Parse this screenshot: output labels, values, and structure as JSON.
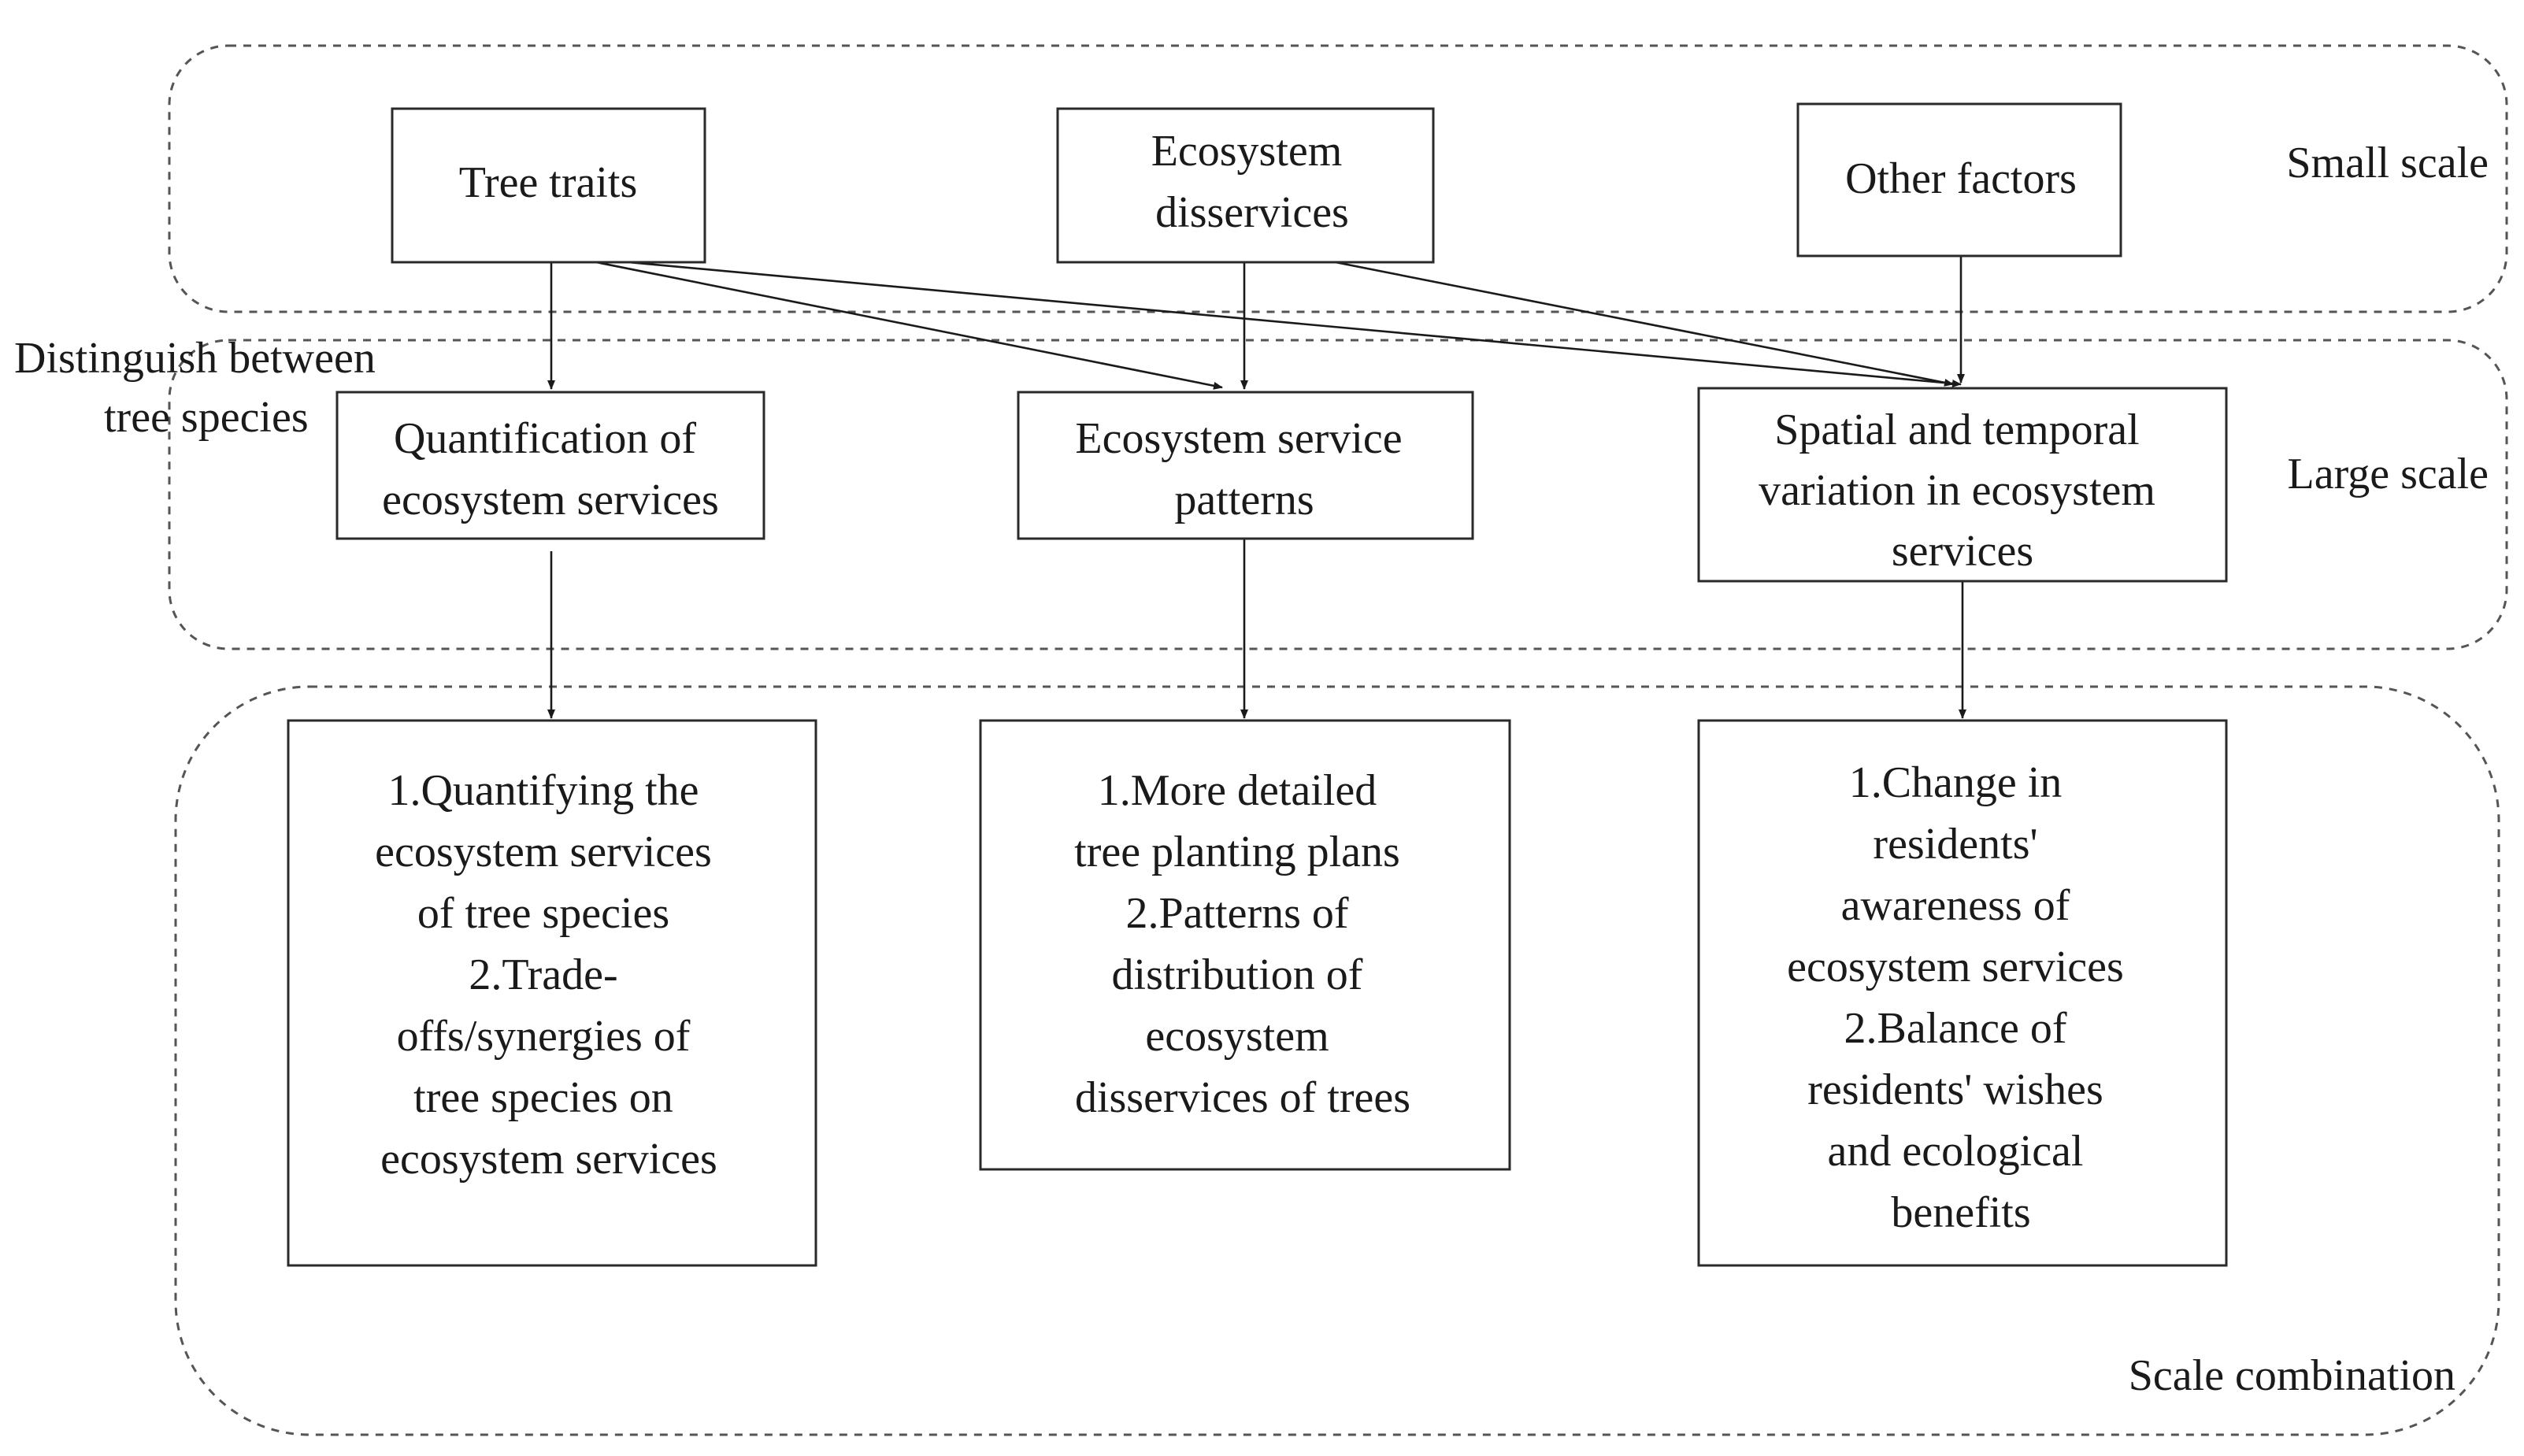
{
  "regions": {
    "small_scale": "Small scale",
    "large_scale": "Large scale",
    "scale_combination": "Scale combination"
  },
  "annotation": {
    "line1": "Distinguish between",
    "line2": "tree species"
  },
  "nodes": {
    "tree_traits": [
      "Tree traits"
    ],
    "ecosystem_disservices": [
      "Ecosystem",
      "disservices"
    ],
    "other_factors": [
      "Other factors"
    ],
    "quantification": [
      "Quantification of",
      "ecosystem services"
    ],
    "patterns": [
      "Ecosystem service",
      "patterns"
    ],
    "spatial_temporal": [
      "Spatial and temporal",
      "variation in ecosystem",
      "services"
    ],
    "outcome_quantification": [
      "1.Quantifying the",
      "ecosystem services",
      "of tree species",
      "2.Trade-",
      "offs/synergies of",
      "tree species on",
      "ecosystem services"
    ],
    "outcome_patterns": [
      "1.More detailed",
      "tree planting plans",
      "2.Patterns of",
      "distribution of",
      "ecosystem",
      "disservices of trees"
    ],
    "outcome_spatial": [
      "1.Change in",
      "residents'",
      "awareness of",
      "ecosystem services",
      "2.Balance of",
      "residents' wishes",
      "and ecological",
      "benefits"
    ]
  },
  "edges": [
    {
      "from": "tree_traits",
      "to": "quantification"
    },
    {
      "from": "tree_traits",
      "to": "patterns"
    },
    {
      "from": "tree_traits",
      "to": "spatial_temporal"
    },
    {
      "from": "ecosystem_disservices",
      "to": "patterns"
    },
    {
      "from": "ecosystem_disservices",
      "to": "spatial_temporal"
    },
    {
      "from": "other_factors",
      "to": "spatial_temporal"
    },
    {
      "from": "quantification",
      "to": "outcome_quantification"
    },
    {
      "from": "patterns",
      "to": "outcome_patterns"
    },
    {
      "from": "spatial_temporal",
      "to": "outcome_spatial"
    }
  ]
}
